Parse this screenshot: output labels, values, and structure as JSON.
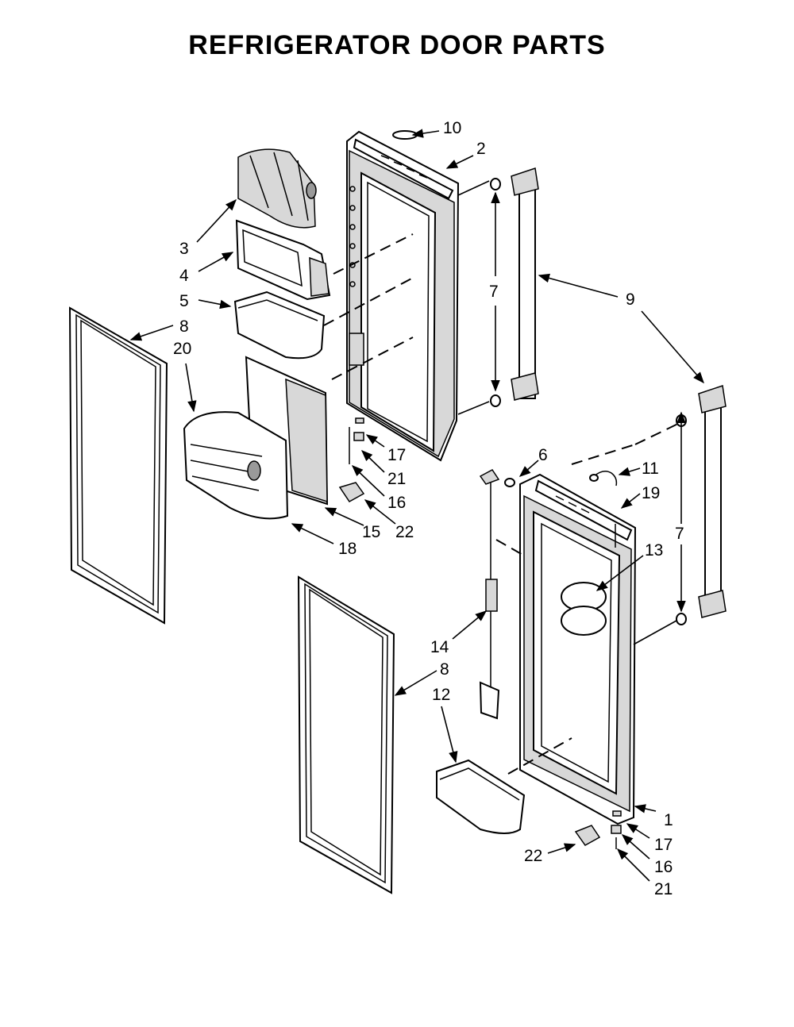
{
  "title": "REFRIGERATOR DOOR PARTS",
  "callouts": [
    {
      "id": "c10",
      "label": "10"
    },
    {
      "id": "c2",
      "label": "2"
    },
    {
      "id": "c3",
      "label": "3"
    },
    {
      "id": "c4",
      "label": "4"
    },
    {
      "id": "c5",
      "label": "5"
    },
    {
      "id": "c8a",
      "label": "8"
    },
    {
      "id": "c20",
      "label": "20"
    },
    {
      "id": "c7a",
      "label": "7"
    },
    {
      "id": "c9",
      "label": "9"
    },
    {
      "id": "c17a",
      "label": "17"
    },
    {
      "id": "c21a",
      "label": "21"
    },
    {
      "id": "c16a",
      "label": "16"
    },
    {
      "id": "c22a",
      "label": "22"
    },
    {
      "id": "c15",
      "label": "15"
    },
    {
      "id": "c18",
      "label": "18"
    },
    {
      "id": "c6",
      "label": "6"
    },
    {
      "id": "c11",
      "label": "11"
    },
    {
      "id": "c19",
      "label": "19"
    },
    {
      "id": "c7b",
      "label": "7"
    },
    {
      "id": "c13",
      "label": "13"
    },
    {
      "id": "c14",
      "label": "14"
    },
    {
      "id": "c8b",
      "label": "8"
    },
    {
      "id": "c12",
      "label": "12"
    },
    {
      "id": "c1",
      "label": "1"
    },
    {
      "id": "c17b",
      "label": "17"
    },
    {
      "id": "c22b",
      "label": "22"
    },
    {
      "id": "c16b",
      "label": "16"
    },
    {
      "id": "c21b",
      "label": "21"
    }
  ]
}
